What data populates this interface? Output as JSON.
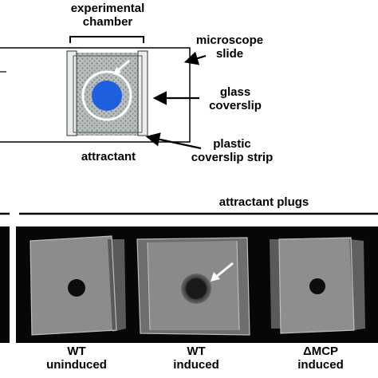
{
  "schematic": {
    "chamber_label": "experimental\nchamber",
    "chamber_label_line1": "experimental",
    "chamber_label_line2": "chamber",
    "microscope_label_line1": "microscope",
    "microscope_label_line2": "slide",
    "glass_label_line1": "glass",
    "glass_label_line2": "coverslip",
    "attractant_label": "attractant",
    "plastic_label_line1": "plastic",
    "plastic_label_line2": "coverslip strip",
    "attractant_color": "#1e5fe0"
  },
  "photos": {
    "header": "attractant plugs",
    "panels": [
      {
        "line1": "WT",
        "line2": "uninduced"
      },
      {
        "line1": "WT",
        "line2": "induced"
      },
      {
        "line1": "ΔMCP",
        "line2": "induced"
      }
    ]
  }
}
